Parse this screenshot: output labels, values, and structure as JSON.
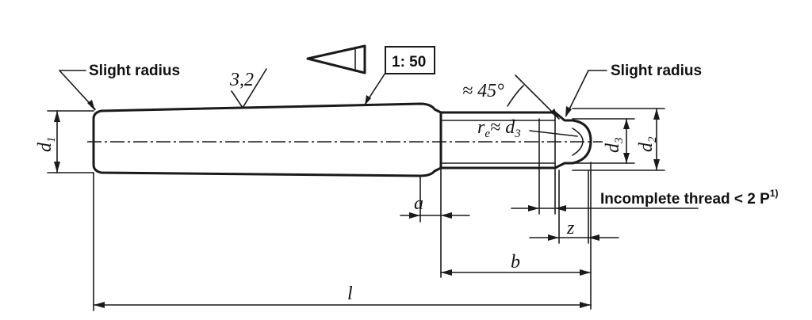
{
  "labels": {
    "slight_radius_left": "Slight radius",
    "slight_radius_right": "Slight radius",
    "roughness_value": "3,2",
    "taper_ratio": "1: 50",
    "chamfer_angle": "≈ 45°",
    "incomplete_thread": "Incomplete thread < 2 P",
    "incomplete_thread_note": "1)"
  },
  "dimensions": {
    "d1_main": "d",
    "d1_sub": "1",
    "d2_main": "d",
    "d2_sub": "2",
    "d3_main": "d",
    "d3_sub": "3",
    "re_main": "r",
    "re_sub": "e",
    "re_rest": "≈ d",
    "re_d_sub": "3",
    "a": "a",
    "b": "b",
    "z": "z",
    "l": "l"
  }
}
